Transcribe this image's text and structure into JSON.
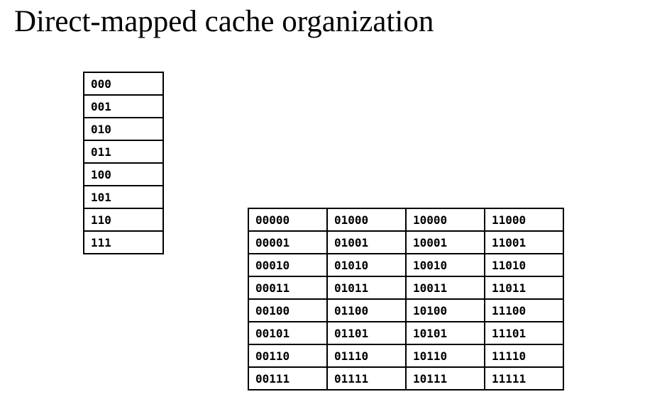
{
  "title": "Direct-mapped cache organization",
  "colors": {
    "background": "#ffffff",
    "text": "#000000",
    "border": "#000000"
  },
  "cache_table": {
    "description": "cache index column (3-bit)",
    "rows": [
      "000",
      "001",
      "010",
      "011",
      "100",
      "101",
      "110",
      "111"
    ]
  },
  "memory_table": {
    "description": "memory addresses (5-bit), 8 rows x 4 columns",
    "rows": [
      [
        "00000",
        "01000",
        "10000",
        "11000"
      ],
      [
        "00001",
        "01001",
        "10001",
        "11001"
      ],
      [
        "00010",
        "01010",
        "10010",
        "11010"
      ],
      [
        "00011",
        "01011",
        "10011",
        "11011"
      ],
      [
        "00100",
        "01100",
        "10100",
        "11100"
      ],
      [
        "00101",
        "01101",
        "10101",
        "11101"
      ],
      [
        "00110",
        "01110",
        "10110",
        "11110"
      ],
      [
        "00111",
        "01111",
        "10111",
        "11111"
      ]
    ]
  }
}
